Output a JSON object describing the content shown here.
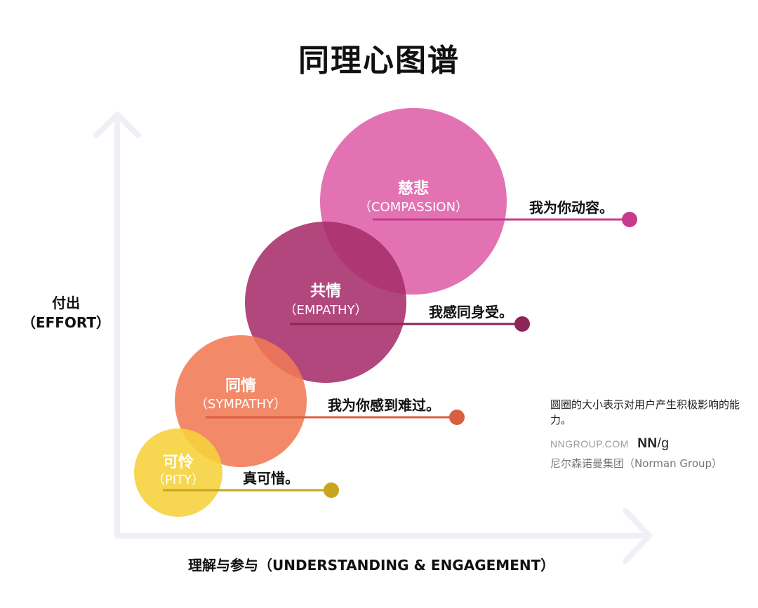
{
  "title": "同理心图谱",
  "axes": {
    "y_label_cn": "付出",
    "y_label_en": "（EFFORT）",
    "x_label": "理解与参与（UNDERSTANDING & ENGAGEMENT）"
  },
  "levels": [
    {
      "key": "pity",
      "name_cn": "可怜",
      "name_en": "（PITY）",
      "phrase": "真可惜。",
      "color": "#f6d23a",
      "line_color": "#c9a41c",
      "text_color": "#ffffff"
    },
    {
      "key": "sympathy",
      "name_cn": "同情",
      "name_en": "（SYMPATHY）",
      "phrase": "我为你感到难过。",
      "color": "#f07a55",
      "line_color": "#d85f3f",
      "text_color": "#ffffff"
    },
    {
      "key": "empathy",
      "name_cn": "共情",
      "name_en": "（EMPATHY）",
      "phrase": "我感同身受。",
      "color": "#a62d6a",
      "line_color": "#8e2458",
      "text_color": "#ffffff"
    },
    {
      "key": "compassion",
      "name_cn": "慈悲",
      "name_en": "（COMPASSION）",
      "phrase": "我为你动容。",
      "color": "#df5fa8",
      "line_color": "#c73b8f",
      "text_color": "#ffffff"
    }
  ],
  "note": "圆圈的大小表示对用户产生积极影响的能力。",
  "brand": {
    "site": "NNGROUP.COM",
    "logo_bold": "NN",
    "logo_rest": "/g",
    "org": "尼尔森诺曼集团（Norman Group）"
  }
}
